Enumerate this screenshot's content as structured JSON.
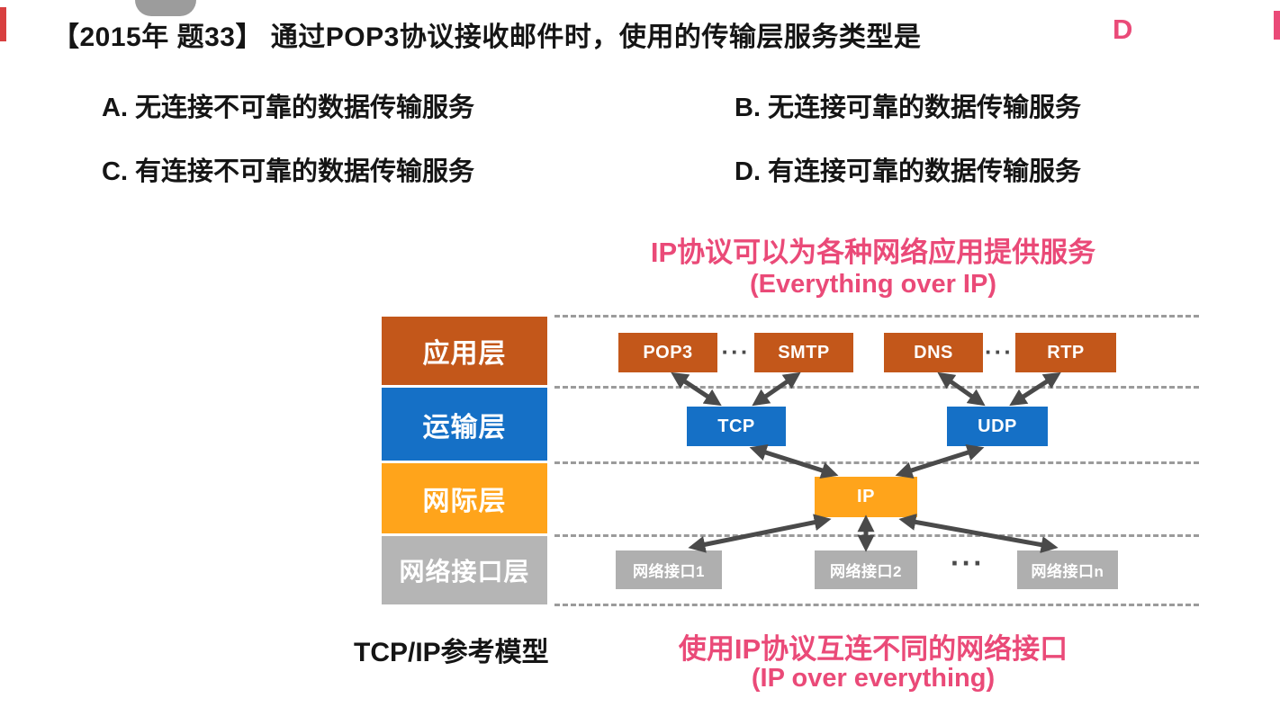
{
  "question": {
    "title": "【2015年 题33】 通过POP3协议接收邮件时，使用的传输层服务类型是",
    "answer": "D",
    "options": [
      "A. 无连接不可靠的数据传输服务",
      "B. 无连接可靠的数据传输服务",
      "C. 有连接不可靠的数据传输服务",
      "D. 有连接可靠的数据传输服务"
    ]
  },
  "diagram": {
    "caption_top_line1": "IP协议可以为各种网络应用提供服务",
    "caption_top_line2": "(Everything over IP)",
    "caption_bottom_line1": "使用IP协议互连不同的网络接口",
    "caption_bottom_line2": "(IP over everything)",
    "model_label": "TCP/IP参考模型",
    "ellipsis": "···",
    "layers": [
      {
        "name": "应用层",
        "color": "#C3571A"
      },
      {
        "name": "运输层",
        "color": "#1570C6"
      },
      {
        "name": "网际层",
        "color": "#FFA41B"
      },
      {
        "name": "网络接口层",
        "color": "#B5B5B5"
      }
    ],
    "nodes": {
      "app": [
        "POP3",
        "SMTP",
        "DNS",
        "RTP"
      ],
      "transport": [
        "TCP",
        "UDP"
      ],
      "internet": [
        "IP"
      ],
      "interface": [
        "网络接口1",
        "网络接口2",
        "网络接口n"
      ]
    },
    "colors": {
      "application": "#C3571A",
      "transport": "#1570C6",
      "internet": "#FFA41B",
      "interface": "#AFAFAF",
      "caption_pink": "#EA4A78",
      "arrow": "#4A4A4A"
    }
  }
}
